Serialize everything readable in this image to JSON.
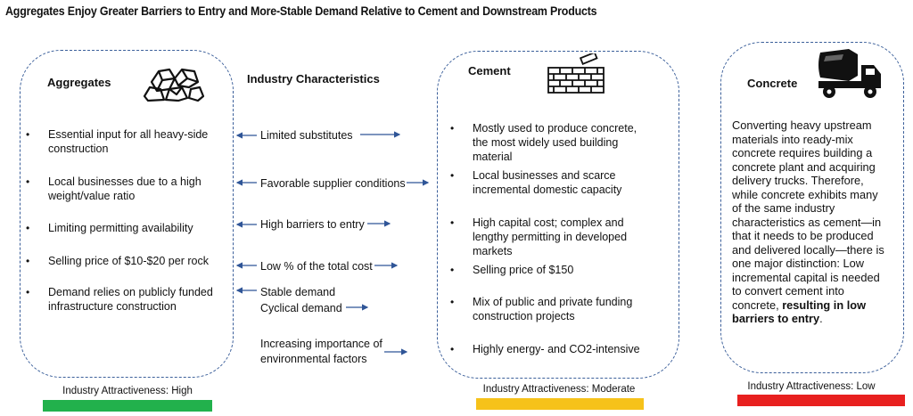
{
  "title": "Aggregates Enjoy Greater Barriers to Entry and More-Stable Demand Relative to Cement and Downstream Products",
  "aggregates": {
    "heading": "Aggregates",
    "icon": "rocks-icon",
    "bullets": [
      "Essential input for all heavy-side construction",
      "Local businesses due to a high weight/value ratio",
      "Limiting permitting availability",
      "Selling price of $10-$20 per rock",
      "Demand relies on publicly funded infrastructure construction"
    ],
    "attractiveness_label": "Industry Attractiveness: High",
    "attractiveness_color": "#22b14c"
  },
  "characteristics": {
    "heading": "Industry Characteristics",
    "items": [
      "Limited substitutes",
      "Favorable supplier conditions",
      "High barriers to entry",
      "Low % of the total cost",
      "Stable demand",
      "Cyclical demand",
      "Increasing importance of",
      "environmental factors"
    ]
  },
  "cement": {
    "heading": "Cement",
    "icon": "brick-wall-icon",
    "bullets": [
      "Mostly used to produce concrete, the most widely used building material",
      "Local businesses and scarce incremental domestic capacity",
      "High capital cost; complex and lengthy permitting in developed markets",
      "Selling price of $150",
      "Mix of public and private funding construction projects",
      "Highly energy- and CO2-intensive"
    ],
    "attractiveness_label": "Industry Attractiveness: Moderate",
    "attractiveness_color": "#f6c21a"
  },
  "concrete": {
    "heading": "Concrete",
    "icon": "concrete-mixer-truck-icon",
    "body_text": "Converting heavy upstream materials into ready-mix concrete requires building a concrete plant and acquiring delivery trucks. Therefore, while concrete exhibits many of the same industry characteristics as cement—in that it needs to be produced and delivered locally—there is one major distinction: Low incremental capital is needed to convert cement into concrete, ",
    "body_bold": "resulting in low barriers to entry",
    "body_end": ".",
    "attractiveness_label": "Industry Attractiveness: Low",
    "attractiveness_color": "#e8201f"
  },
  "colors": {
    "panel_border": "#3b5f9a",
    "arrow": "#2f5597"
  }
}
